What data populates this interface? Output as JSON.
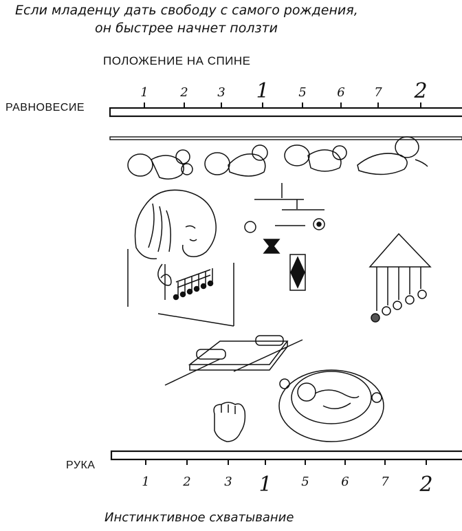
{
  "title": {
    "line1": "Если младенцу дать свободу с самого рождения,",
    "line2": "он быстрее начнет ползти"
  },
  "top_label": "ПОЛОЖЕНИЕ НА СПИНЕ",
  "balance_label": "РАВНОВЕСИЕ",
  "hand_label": "РУКА",
  "bottom_caption": "Инстинктивное схватывание",
  "top_scale": [
    "1",
    "2",
    "3",
    "1",
    "5",
    "6",
    "7",
    "2"
  ],
  "bottom_scale": [
    "1",
    "2",
    "3",
    "1",
    "5",
    "6",
    "7",
    "2"
  ],
  "icons": [
    "babies-row-icon",
    "mother-face-icon",
    "music-notes-icon",
    "black-white-mobile-icon",
    "ball-mobile-icon",
    "rattle-board-icon",
    "baby-in-nest-icon",
    "grasping-hand-icon"
  ]
}
